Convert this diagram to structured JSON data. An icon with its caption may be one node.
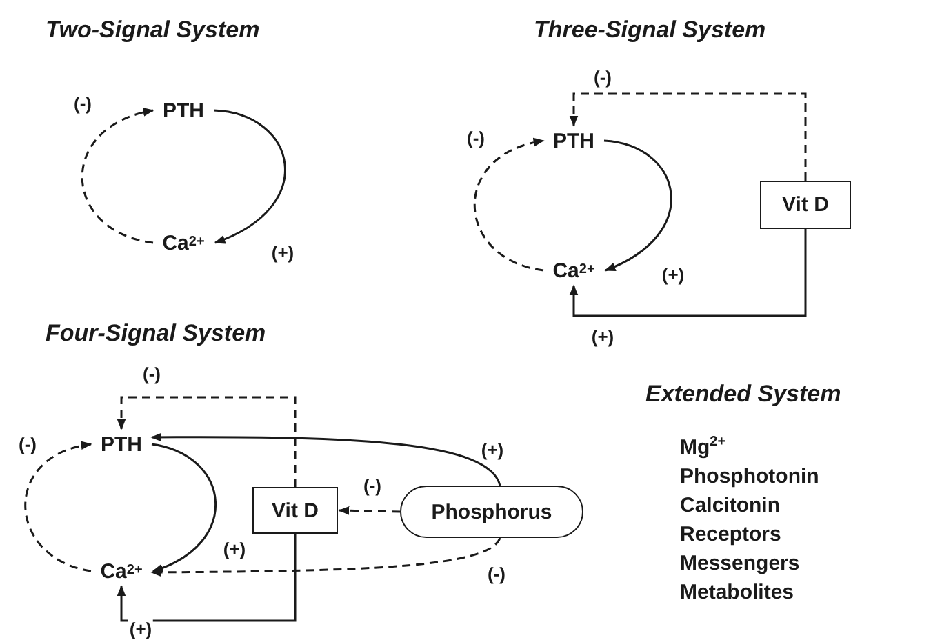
{
  "diagram": {
    "nodes": [
      {
        "text": [
          "PTH"
        ]
      },
      {
        "text": [
          "Ca$^{2+}$"
        ]
      },
      {
        "text": [
          "PTH"
        ]
      },
      {
        "text": [
          "Ca$^{2+}$"
        ]
      },
      {
        "text": [
          "Vit D"
        ]
      },
      {
        "text": [
          "PTH"
        ]
      },
      {
        "text": [
          "Ca$^{2+}$"
        ]
      },
      {
        "text": [
          "Vit D"
        ]
      },
      {
        "text": [
          "Phosphorus"
        ]
      }
    ],
    "edges": [
      {
        "from": 0,
        "to": 1,
        "arrow": "to",
        "label": "(+)"
      },
      {
        "from": 1,
        "to": 0,
        "arrow": "to",
        "label": "(-)",
        "style": "dashed"
      },
      {
        "from": 2,
        "to": 3,
        "arrow": "to",
        "label": "(+)"
      },
      {
        "from": 3,
        "to": 2,
        "arrow": "to",
        "label": "(-)",
        "style": "dashed"
      },
      {
        "from": 4,
        "to": 2,
        "arrow": "to",
        "label": "(-)",
        "style": "dashed"
      },
      {
        "from": 4,
        "to": 3,
        "arrow": "to",
        "label": "(+)"
      },
      {
        "from": 5,
        "to": 6,
        "arrow": "to",
        "label": "(+)"
      },
      {
        "from": 6,
        "to": 5,
        "arrow": "to",
        "label": "(-)",
        "style": "dashed"
      },
      {
        "from": 7,
        "to": 5,
        "arrow": "to",
        "label": "(-)",
        "style": "dashed"
      },
      {
        "from": 7,
        "to": 6,
        "arrow": "to",
        "label": "(+)"
      },
      {
        "from": 8,
        "to": 5,
        "arrow": "to",
        "label": "(+)"
      },
      {
        "from": 8,
        "to": 7,
        "arrow": "to",
        "label": "(-)",
        "style": "dashed"
      },
      {
        "from": 8,
        "to": 6,
        "arrow": "to",
        "label": "(-)",
        "style": "dashed"
      }
    ],
    "labels": [
      "Two-Signal System",
      "Three-Signal System",
      "Four-Signal System",
      "Extended System",
      "Mg$^{2+}$",
      "Phosphotonin",
      "Calcitonin",
      "Receptors",
      "Messengers",
      "Metabolites"
    ]
  }
}
